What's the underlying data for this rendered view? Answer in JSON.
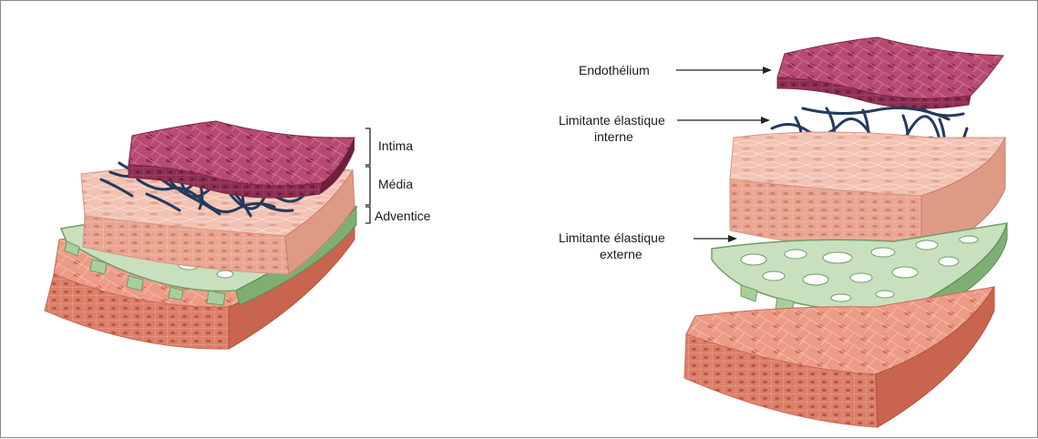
{
  "left_diagram": {
    "labels": {
      "intima": "Intima",
      "media": "Média",
      "adventice": "Adventice"
    }
  },
  "right_diagram": {
    "labels": {
      "endothelium": "Endothélium",
      "internal_elastic_1": "Limitante élastique",
      "internal_elastic_2": "interne",
      "external_elastic_1": "Limitante élastique",
      "external_elastic_2": "externe"
    }
  },
  "colors": {
    "intima_top": "#b84a72",
    "intima_side": "#8d2f52",
    "media_top": "#f2c2b3",
    "media_side": "#e9a592",
    "adventice_top": "#ec9b86",
    "adventice_side": "#dc7e68",
    "elastic_external": "#c8e0be",
    "elastic_external_edge": "#6f9d67",
    "elastic_internal_fibers": "#243a5e"
  }
}
